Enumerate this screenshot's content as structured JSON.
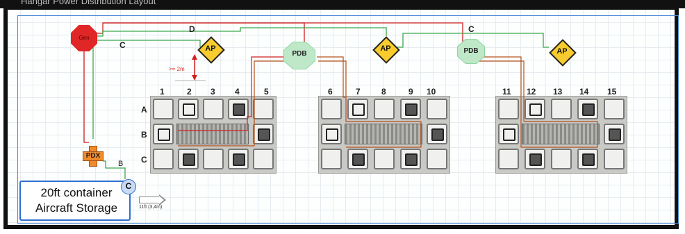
{
  "header": {
    "title": "Hangar Power Distribution Layout"
  },
  "nodes": {
    "gen_label": "Gen",
    "pdx_label": "PDX",
    "pdb_label": "PDB",
    "ap_label": "AP",
    "c_marker": "C"
  },
  "cables": {
    "c": "C",
    "d": "D",
    "b": "B"
  },
  "annotations": {
    "clearance": ">= 2m",
    "width": "11ft (3,4m)"
  },
  "columns": [
    "1",
    "2",
    "3",
    "4",
    "5",
    "6",
    "7",
    "8",
    "9",
    "10",
    "11",
    "12",
    "13",
    "14",
    "15"
  ],
  "rows": [
    "A",
    "B",
    "C"
  ],
  "container": {
    "line1": "20ft container",
    "line2": "Aircraft Storage"
  },
  "colors": {
    "gen": "#e02626",
    "red_cable": "#d02020",
    "green_cable": "#3aa84a",
    "orange_cable": "#b5521a",
    "pdx": "#f08a2a",
    "pdb": "#8ed6a1",
    "ap": "#f8cc2e",
    "frame": "#2f6fd0"
  }
}
